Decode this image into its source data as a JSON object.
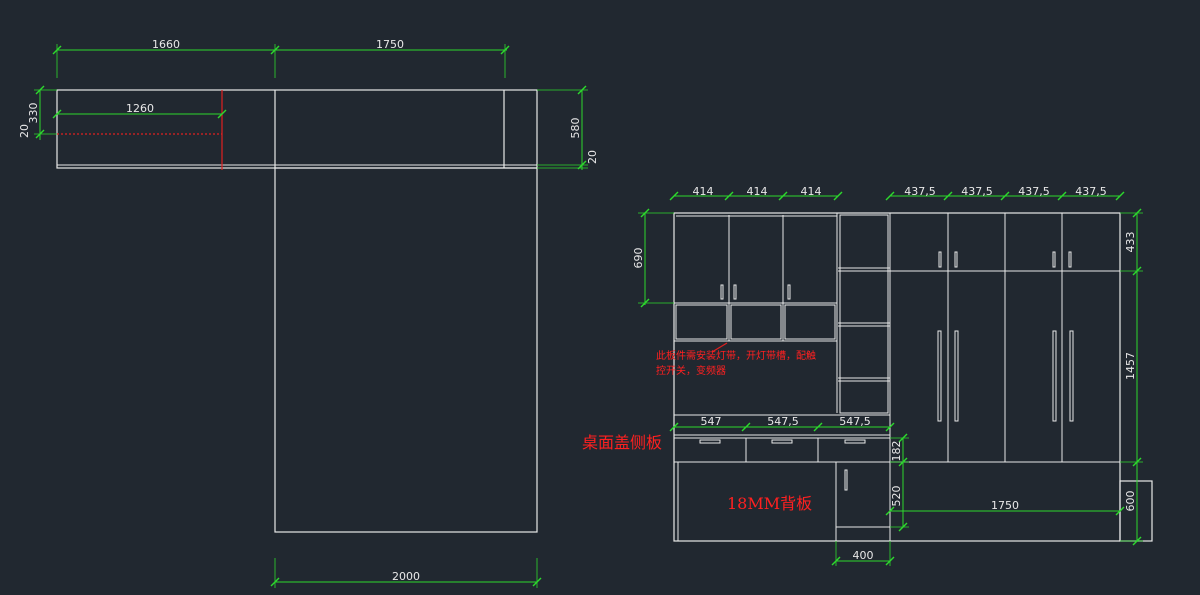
{
  "plan": {
    "dims": {
      "top_a": "1660",
      "top_b": "1750",
      "inner": "1260",
      "left_330": "330",
      "left_20": "20",
      "right_580": "580",
      "right_20": "20",
      "bottom": "2000"
    }
  },
  "elevation": {
    "dims": {
      "upper_widths": [
        "414",
        "414",
        "414"
      ],
      "wardrobe_widths": [
        "437,5",
        "437,5",
        "437,5",
        "437,5"
      ],
      "upper_height": "690",
      "wardrobe_top": "433",
      "wardrobe_mid": "1457",
      "wardrobe_base": "600",
      "desk_widths": [
        "547",
        "547,5",
        "547,5"
      ],
      "drawer_h": "182",
      "desk_h": "520",
      "base_w": "1750",
      "bottom_w": "400"
    },
    "notes": {
      "led_line1": "此板件需安装灯带，开灯带槽，配触",
      "led_line2": "控开关，变频器",
      "desk_side": "桌面盖侧板",
      "back_panel": "18MM背板"
    }
  },
  "colors": {
    "background": "#212830",
    "lines": "#e8e8e8",
    "dimension": "#2dd92d",
    "annotation": "#ff2020"
  }
}
